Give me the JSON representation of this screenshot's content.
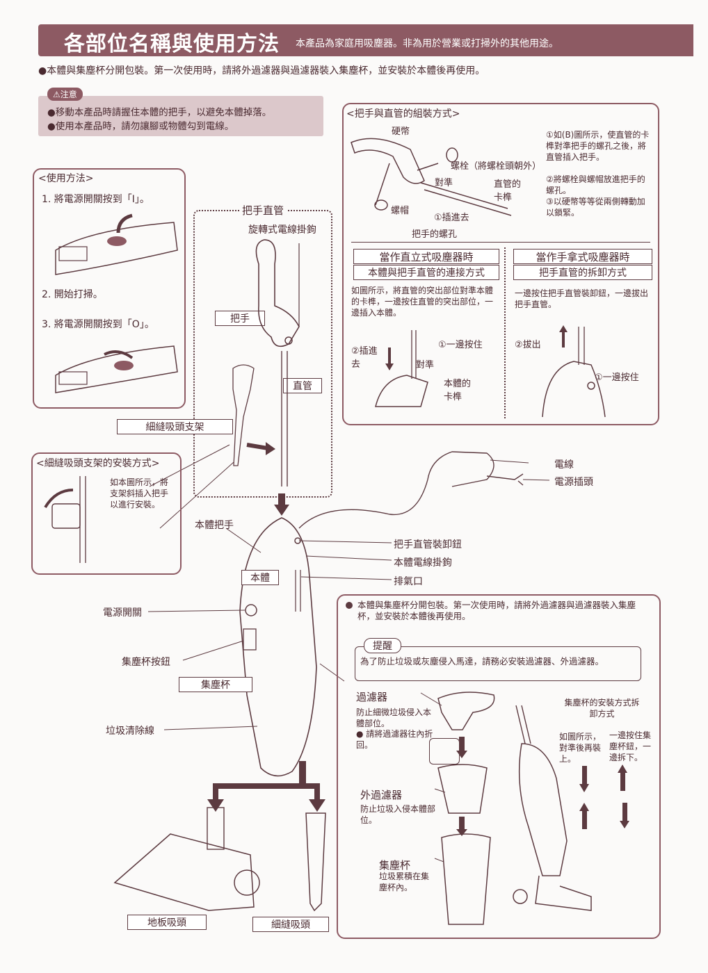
{
  "header": {
    "title": "各部位名稱與使用方法",
    "subtitle": "本產品為家庭用吸塵器。非為用於營業或打掃外的其他用途。"
  },
  "top_note": "●本體與集塵杯分開包裝。第一次使用時，請將外過濾器與過濾器裝入集塵杯，並安裝於本體後再使用。",
  "caution": {
    "badge": "⚠注意",
    "lines": [
      "●移動本產品時請握住本體的把手，以避免本體掉落。",
      "●使用本產品時，請勿讓腳或物體勾到電線。"
    ]
  },
  "usage": {
    "title": "<使用方法>",
    "steps": [
      "1. 將電源開關按到「I」。",
      "2. 開始打掃。",
      "3. 將電源開關按到「O」。"
    ]
  },
  "handle_assembly": {
    "title": "<把手與直管的組裝方式>",
    "labels": {
      "coin": "硬幣",
      "bolt": "螺栓（將螺栓頭朝外）",
      "align": "對準",
      "tube_catch": "直管的卡榫",
      "nut": "螺帽",
      "insert": "①插進去",
      "handle_hole": "把手的螺孔"
    },
    "notes": [
      "①如(B)圖所示，使直管的卡榫對準把手的螺孔之後，將直管插入把手。",
      "②將螺栓與螺帽放進把手的螺孔。",
      "③以硬幣等等從兩側轉動加以鎖緊。"
    ],
    "upright": {
      "title": "當作直立式吸塵器時",
      "subtitle": "本體與把手直管的連接方式",
      "desc": "如圖所示，將直管的突出部位對準本體的卡榫，一邊按住直管的突出部位，一邊插入本體。",
      "press": "①一邊按住",
      "insert": "②插進去",
      "align": "對準",
      "body_catch": "本體的卡榫"
    },
    "handheld": {
      "title": "當作手拿式吸塵器時",
      "subtitle": "把手直管的拆卸方式",
      "desc": "一邊按住把手直管裝卸鈕，一邊拔出把手直管。",
      "pull": "②拔出",
      "press": "①一邊按住"
    }
  },
  "parts": {
    "handle_tube": "把手直管",
    "cord_hook_rotating": "旋轉式電線掛鉤",
    "handle": "把手",
    "straight_tube": "直管",
    "crevice_holder": "細縫吸頭支架",
    "body_handle": "本體把手",
    "body": "本體",
    "power_switch": "電源開關",
    "cup_button": "集塵杯按鈕",
    "dust_cup": "集塵杯",
    "trash_line": "垃圾清除線",
    "cord": "電線",
    "plug": "電源插頭",
    "tube_release": "把手直管裝卸鈕",
    "body_cord_hook": "本體電線掛鉤",
    "exhaust": "排氣口",
    "floor_head": "地板吸頭",
    "crevice_nozzle": "細縫吸頭"
  },
  "crevice_install": {
    "title": "<細縫吸頭支架的安裝方式>",
    "desc": "如本圖所示，將支架斜插入把手以進行安裝。"
  },
  "filter_section": {
    "intro": "本體與集塵杯分開包裝。第一次使用時，請將外過濾器與過濾器裝入集塵杯，並安裝於本體後再使用。",
    "reminder_badge": "提醒",
    "reminder": "為了防止垃圾或灰塵侵入馬達，請務必安裝過濾器、外過濾器。",
    "filter_title": "過濾器",
    "filter_desc": "防止細微垃圾侵入本體部位。",
    "filter_note": "● 請將過濾器往內折回。",
    "outer_title": "外過濾器",
    "outer_desc": "防止垃圾入侵本體部位。",
    "cup_title": "集塵杯",
    "cup_desc": "垃圾累積在集塵杯內。",
    "cup_install_title": "集塵杯的安裝方式拆卸方式",
    "cup_install_left": "如圖所示，對準後再裝上。",
    "cup_install_right": "一邊按住集塵杯鈕，一邊拆下。"
  },
  "colors": {
    "accent": "#8d5a63",
    "line": "#5c3a40",
    "tint": "#dcc8cb"
  }
}
